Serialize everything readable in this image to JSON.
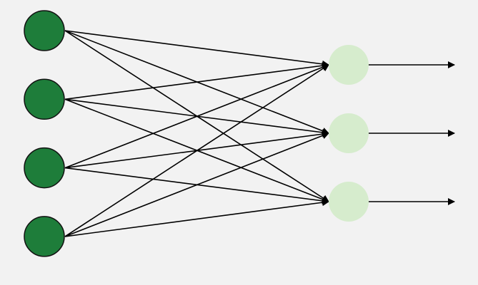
{
  "diagram": {
    "type": "fully-connected-network",
    "background": "#f2f2f2",
    "layers": [
      {
        "role": "input",
        "count": 4,
        "fill": "#1e7d3a",
        "stroke": "#111111"
      },
      {
        "role": "output",
        "count": 3,
        "fill": "#d6eccd",
        "stroke": "none"
      }
    ],
    "connections": "all-to-all",
    "edge_color": "#000000",
    "output_arrows": 3
  }
}
